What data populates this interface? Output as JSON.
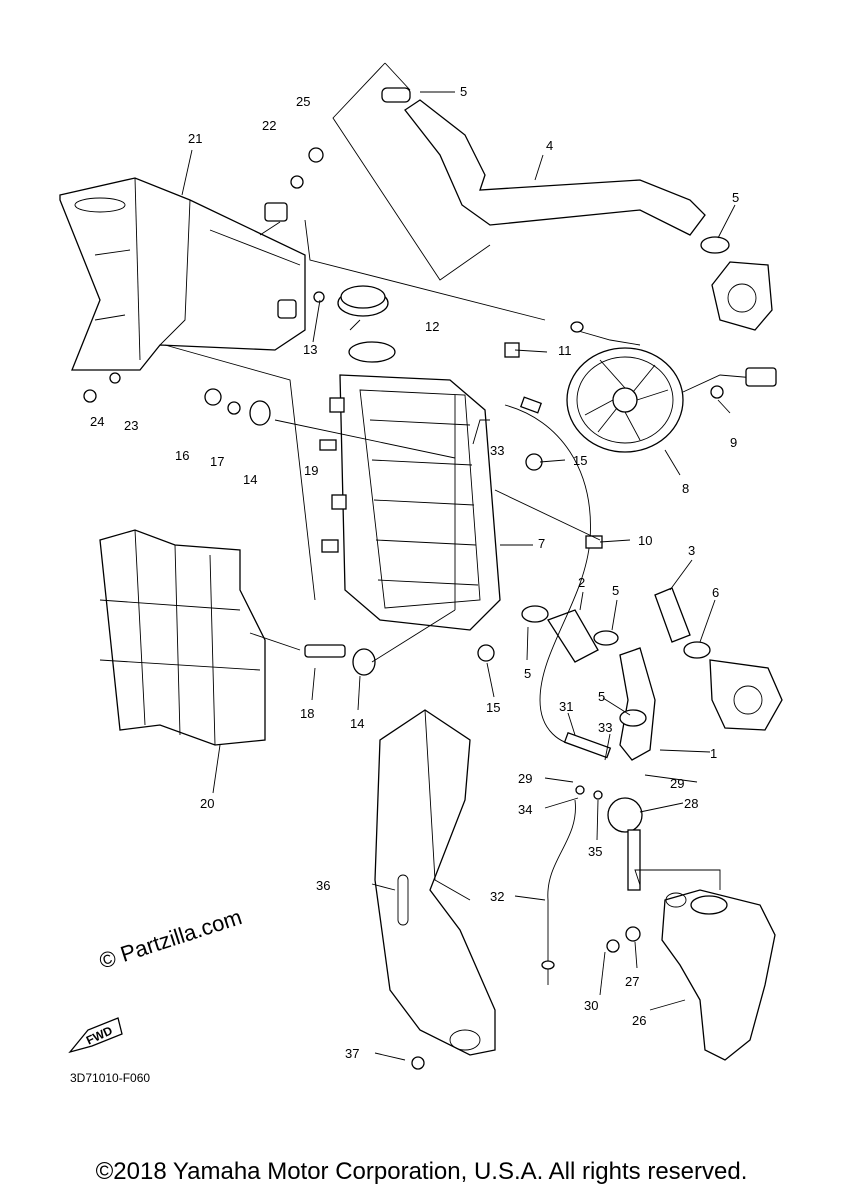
{
  "watermark": "© Partzilla.com",
  "diagram_code": "3D71010-F060",
  "fwd_label": "FWD",
  "copyright": "©2018 Yamaha Motor Corporation, U.S.A. All rights reserved.",
  "callouts": {
    "c1": "1",
    "c2": "2",
    "c3": "3",
    "c4": "4",
    "c5a": "5",
    "c5b": "5",
    "c5c": "5",
    "c5d": "5",
    "c5e": "5",
    "c6": "6",
    "c7": "7",
    "c8": "8",
    "c9": "9",
    "c10": "10",
    "c11": "11",
    "c12": "12",
    "c13": "13",
    "c14a": "14",
    "c14b": "14",
    "c15a": "15",
    "c15b": "15",
    "c16": "16",
    "c17": "17",
    "c18": "18",
    "c19": "19",
    "c20": "20",
    "c21": "21",
    "c22": "22",
    "c23": "23",
    "c24": "24",
    "c25": "25",
    "c26": "26",
    "c27": "27",
    "c28": "28",
    "c29a": "29",
    "c29b": "29",
    "c30": "30",
    "c31": "31",
    "c32": "32",
    "c33a": "33",
    "c33b": "33",
    "c34": "34",
    "c35": "35",
    "c36": "36",
    "c37": "37"
  }
}
